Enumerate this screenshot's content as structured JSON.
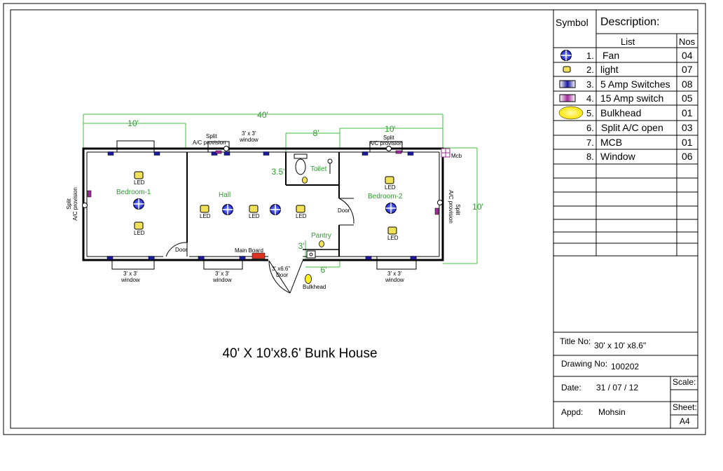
{
  "drawing": {
    "main_title": "40' X 10'x8.6' Bunk House",
    "overall_dim": "40'",
    "bedroom1_dim": "10'",
    "bedroom2_dim": "10'",
    "toilet_width_dim": "8'",
    "toilet_depth_dim": "3.5'",
    "pantry_depth_dim": "3'",
    "pantry_width_dim": "6'",
    "end_depth_dim": "10'",
    "rooms": {
      "bedroom1": "Bedroom-1",
      "hall": "Hall",
      "toilet": "Toilet",
      "bedroom2": "Bedroom-2",
      "pantry": "Pantry"
    },
    "labels": {
      "led": "LED",
      "door": "Door",
      "main_board": "Main Board",
      "main_door_line1": "3' x6.6\"",
      "main_door_line2": "Door",
      "bulkhead": "Bulkhead",
      "mcb": "Mcb",
      "window_line1": "3' x 3'",
      "window_line2": "window",
      "split_line1": "Split",
      "split_line2": "A/C provision"
    }
  },
  "legend": {
    "symbol_header": "Symbol",
    "description_header": "Description:",
    "list_header": "List",
    "nos_header": "Nos",
    "items": [
      {
        "num": "1.",
        "desc": "Fan",
        "nos": "04",
        "icon": "fan-icon"
      },
      {
        "num": "2.",
        "desc": "light",
        "nos": "07",
        "icon": "light-icon"
      },
      {
        "num": "3.",
        "desc": "5 Amp Switches",
        "nos": "08",
        "icon": "switch-5amp-icon"
      },
      {
        "num": "4.",
        "desc": "15 Amp switch",
        "nos": "05",
        "icon": "switch-15amp-icon"
      },
      {
        "num": "5.",
        "desc": "Bulkhead",
        "nos": "01",
        "icon": "bulkhead-icon"
      },
      {
        "num": "6.",
        "desc": "Split A/C open",
        "nos": "03",
        "icon": ""
      },
      {
        "num": "7.",
        "desc": "MCB",
        "nos": "01",
        "icon": ""
      },
      {
        "num": "8.",
        "desc": "Window",
        "nos": "06",
        "icon": ""
      }
    ]
  },
  "title_block": {
    "title_label": "Title No:",
    "title_value": "30' x 10' x8.6\"",
    "drawing_label": "Drawing No:",
    "drawing_value": "100202",
    "date_label": "Date:",
    "date_value": "31 / 07 / 12",
    "scale_label": "Scale:",
    "appd_label": "Appd:",
    "appd_value": "Mohsin",
    "sheet_label": "Sheet:",
    "sheet_value": "A4"
  },
  "colors": {
    "dimension": "#3fbf3f",
    "room_label": "#2e9a2e",
    "fan_blue": "#1a1acc",
    "light_yellow": "#f2e25a",
    "switch_blue": "#1a1a9c",
    "switch_purple": "#a02a9a",
    "bulkhead_yellow": "#ffee22",
    "main_board_red": "#dd3322"
  }
}
